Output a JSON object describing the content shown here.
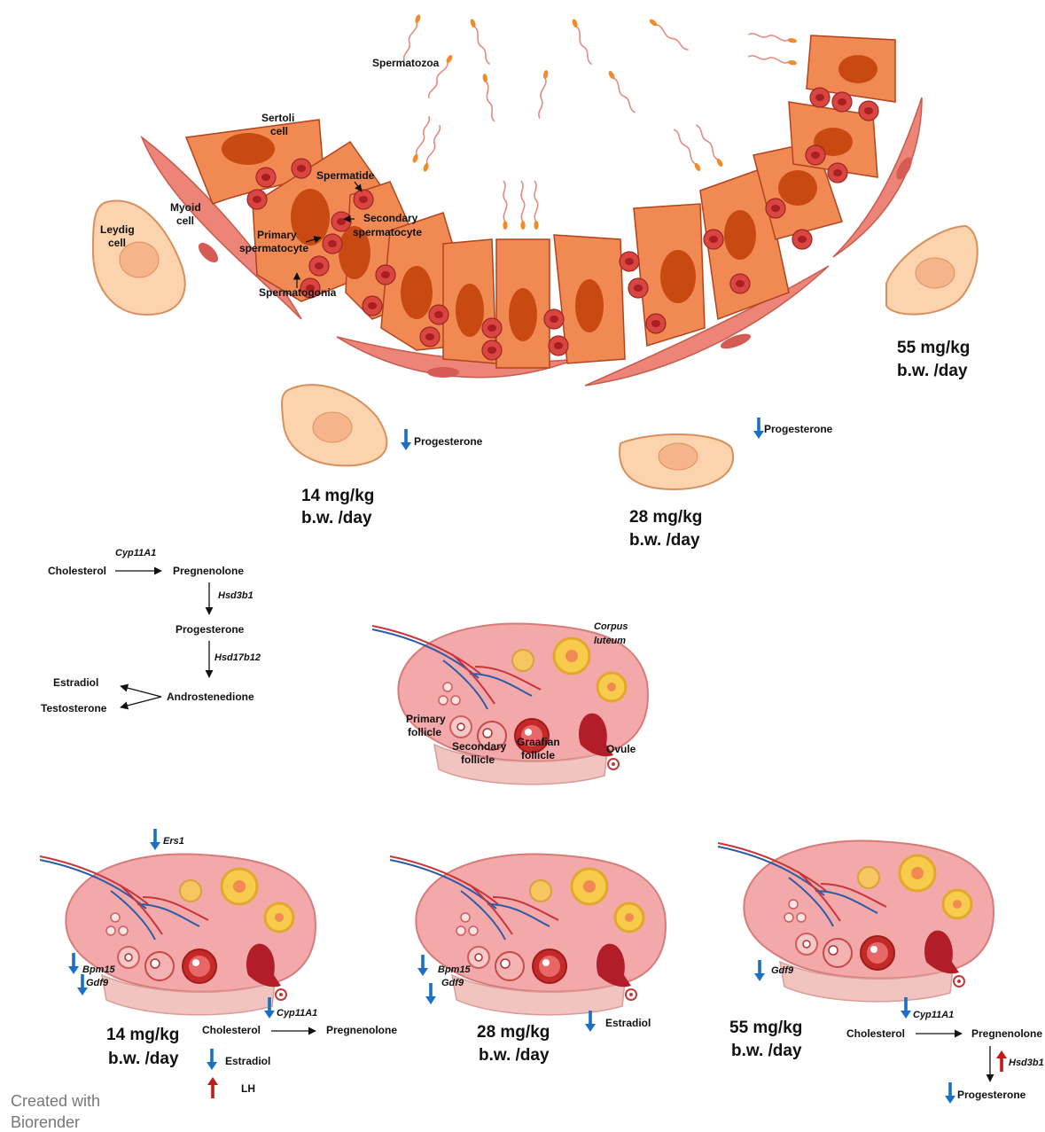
{
  "testis": {
    "labels": {
      "spermatozoa": "Spermatozoa",
      "sertoli_1": "Sertoli",
      "sertoli_2": "cell",
      "spermatide": "Spermatide",
      "myoid_1": "Myoid",
      "myoid_2": "cell",
      "leydig_1": "Leydig",
      "leydig_2": "cell",
      "secondary_1": "Secondary",
      "secondary_2": "spermatocyte",
      "primary_1": "Primary",
      "primary_2": "spermatocyte",
      "spermatogonia": "Spermatogonia"
    },
    "doses": [
      {
        "line1": "14 mg/kg",
        "line2": "b.w. /day",
        "effect": "Progesterone",
        "direction": "down"
      },
      {
        "line1": "28 mg/kg",
        "line2": "b.w. /day",
        "effect": "Progesterone",
        "direction": "down"
      },
      {
        "line1": "55 mg/kg",
        "line2": "b.w. /day"
      }
    ]
  },
  "pathway": {
    "cholesterol": "Cholesterol",
    "cyp11a1": "Cyp11A1",
    "pregnenolone": "Pregnenolone",
    "hsd3b1": "Hsd3b1",
    "progesterone": "Progesterone",
    "hsd17b12": "Hsd17b12",
    "androstenedione": "Androstenedione",
    "estradiol": "Estradiol",
    "testosterone": "Testosterone"
  },
  "ovary": {
    "labels": {
      "corpus_1": "Corpus",
      "corpus_2": "luteum",
      "primary_1": "Primary",
      "primary_2": "follicle",
      "secondary_1": "Secondary",
      "secondary_2": "follicle",
      "graafian_1": "Graafian",
      "graafian_2": "follicle",
      "ovule": "Ovule"
    },
    "doses": [
      {
        "line1": "14 mg/kg",
        "line2": "b.w. /day",
        "ers1": "Ers1",
        "bpm15": "Bpm15",
        "gdf9": "Gdf9",
        "cyp11a1": "Cyp11A1",
        "cholesterol": "Cholesterol",
        "pregnenolone": "Pregnenolone",
        "estradiol": "Estradiol",
        "lh": "LH"
      },
      {
        "line1": "28 mg/kg",
        "line2": "b.w. /day",
        "bpm15": "Bpm15",
        "gdf9": "Gdf9",
        "estradiol": "Estradiol"
      },
      {
        "line1": "55 mg/kg",
        "line2": "b.w. /day",
        "gdf9": "Gdf9",
        "cyp11a1": "Cyp11A1",
        "cholesterol": "Cholesterol",
        "pregnenolone": "Pregnenolone",
        "hsd3b1": "Hsd3b1",
        "progesterone": "Progesterone"
      }
    ]
  },
  "credit": {
    "line1": "Created with",
    "line2": "Biorender"
  },
  "colors": {
    "sertoli": "#f08a52",
    "sertoli_stroke": "#b2431c",
    "nucleus": "#c84a12",
    "germ_cell": "#d9453f",
    "germ_core": "#a81e22",
    "myoid": "#ec8577",
    "leydig": "#fbd3ad",
    "ovary": "#f3a9a9",
    "ovary_base": "#f2c4c0",
    "corpus": "#f7cb4b",
    "arrow_down": "#1b6fc4",
    "arrow_up": "#c41a1a"
  }
}
